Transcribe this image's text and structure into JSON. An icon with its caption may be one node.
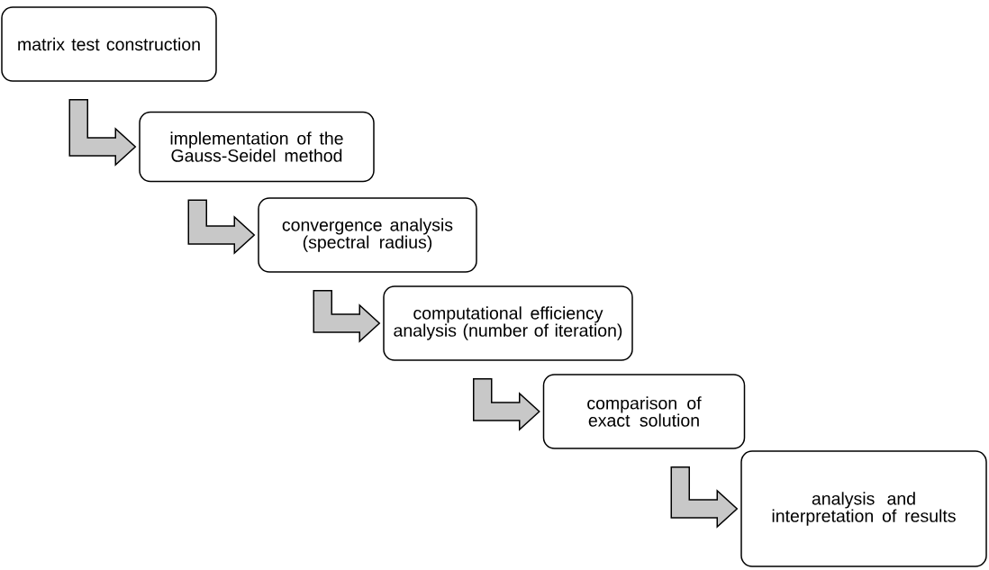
{
  "diagram": {
    "nodes": [
      {
        "text": [
          "matrix test construction"
        ]
      },
      {
        "text": [
          "implementation of the Gauss-Seidel method"
        ]
      },
      {
        "text": [
          "convergence analysis (spectral radius)"
        ]
      },
      {
        "text": [
          "computational efficiency analysis (number of iteration)"
        ]
      },
      {
        "text": [
          "comparison of exact solution"
        ]
      },
      {
        "text": [
          "analysis and interpretation of results"
        ]
      }
    ],
    "edges": [
      {
        "from": 0,
        "to": 1,
        "arrow": "to"
      },
      {
        "from": 1,
        "to": 2,
        "arrow": "to"
      },
      {
        "from": 2,
        "to": 3,
        "arrow": "to"
      },
      {
        "from": 3,
        "to": 4,
        "arrow": "to"
      },
      {
        "from": 4,
        "to": 5,
        "arrow": "to"
      }
    ]
  }
}
